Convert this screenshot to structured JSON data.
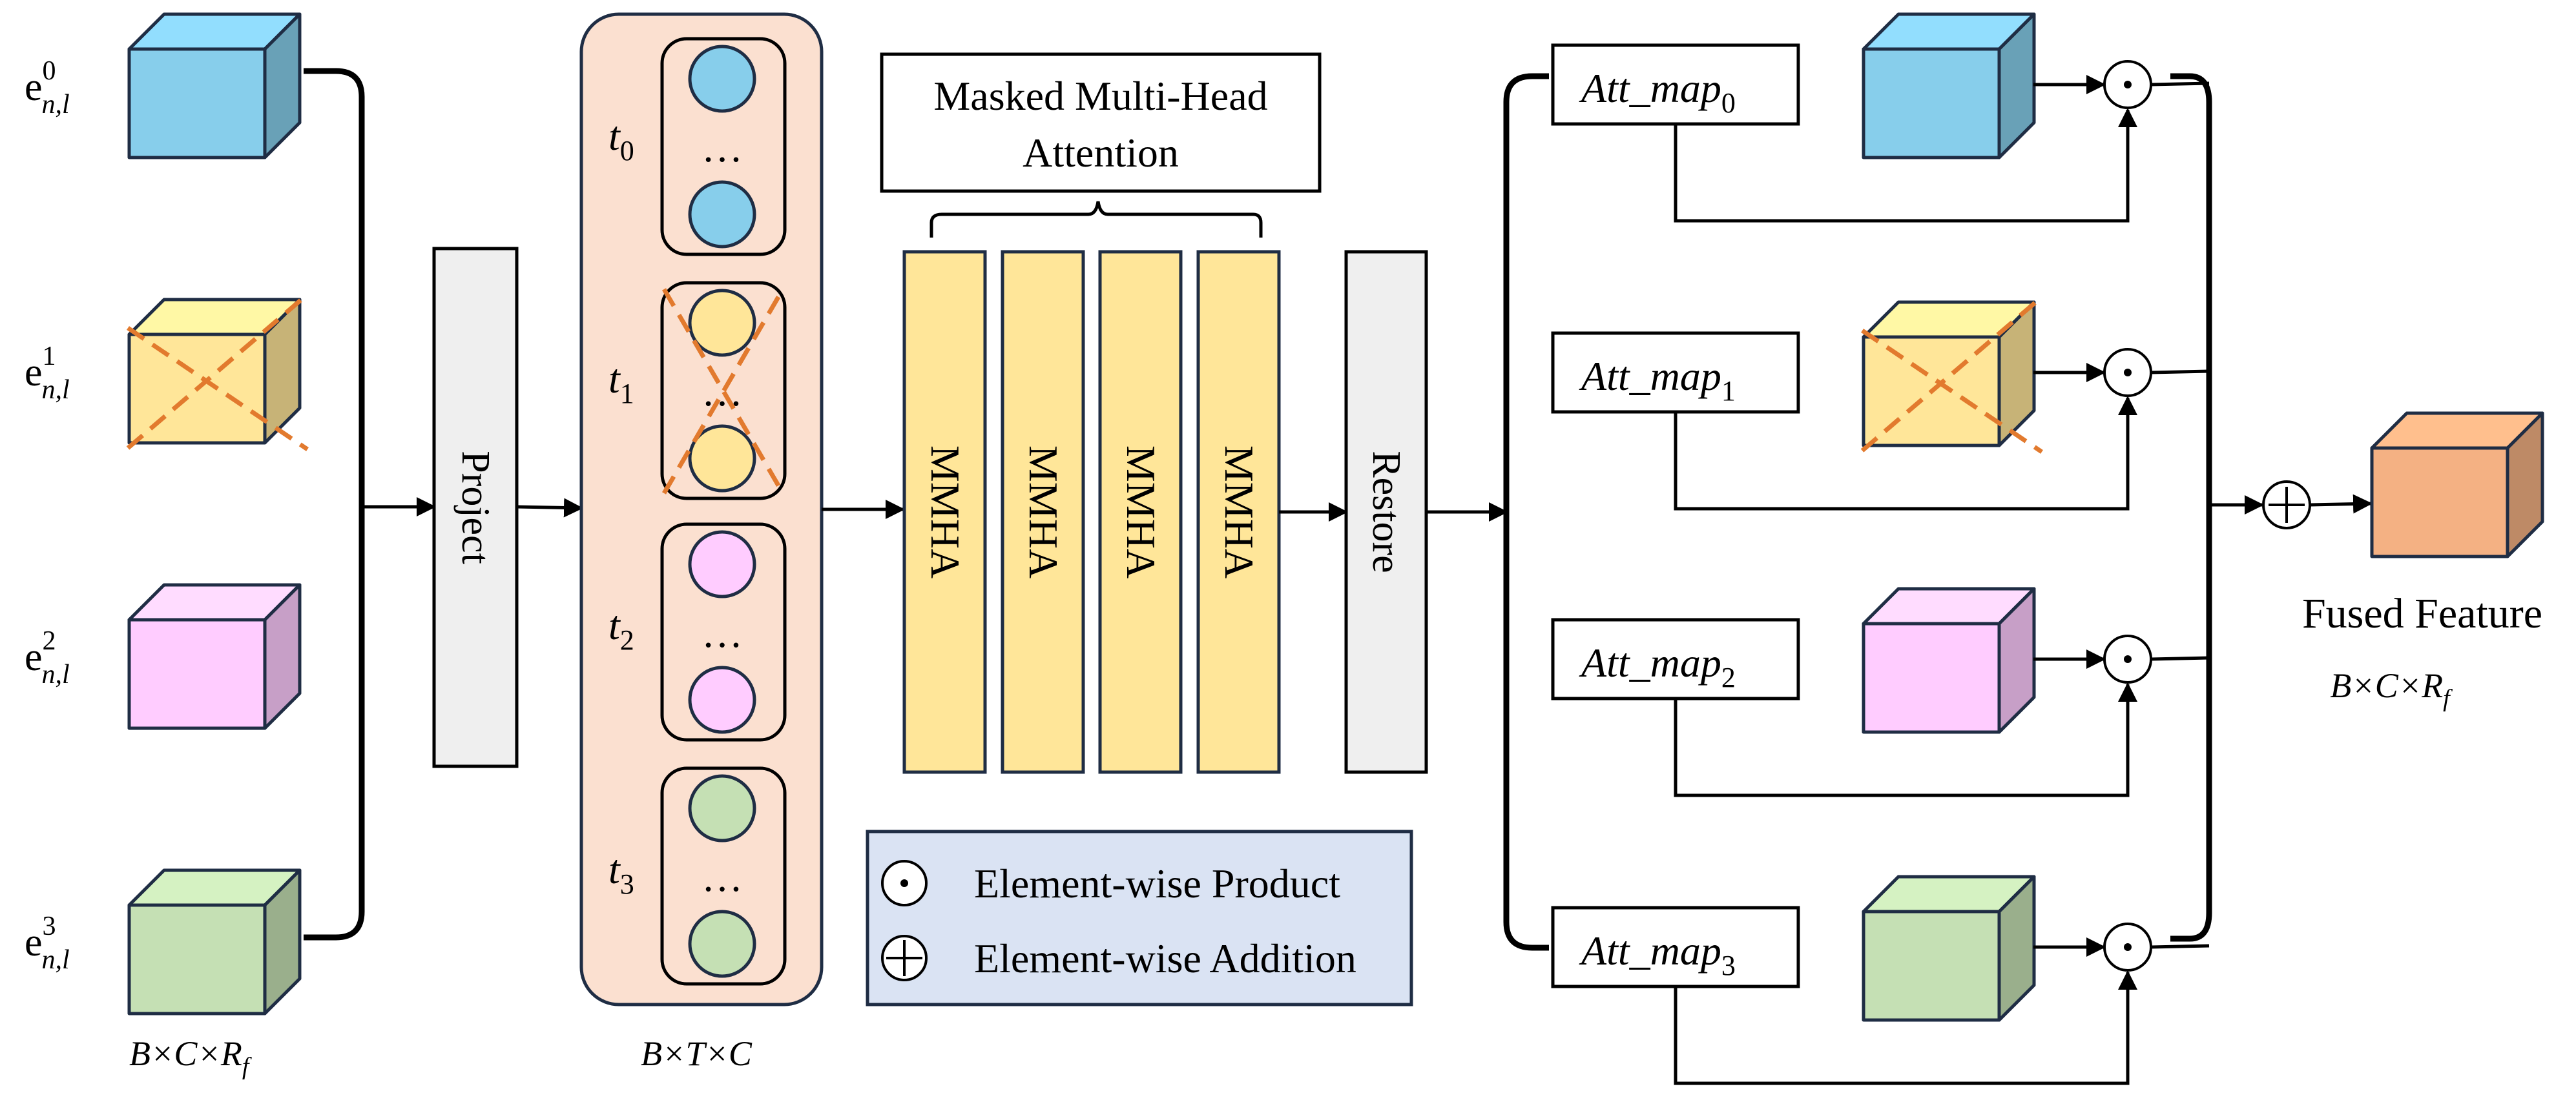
{
  "inputs": {
    "labels": [
      {
        "base": "e",
        "sup": "0",
        "sub": "n,l"
      },
      {
        "base": "e",
        "sup": "1",
        "sub": "n,l"
      },
      {
        "base": "e",
        "sup": "2",
        "sub": "n,l"
      },
      {
        "base": "e",
        "sup": "3",
        "sub": "n,l"
      }
    ],
    "colors": [
      "#87CEEB",
      "#FFE699",
      "#FFCCFF",
      "#C5E0B4"
    ],
    "masked_index": 1,
    "shape_label": "B×C×R",
    "shape_sub": "f"
  },
  "project_label": "Project",
  "tokens": {
    "labels": [
      {
        "base": "t",
        "sub": "0"
      },
      {
        "base": "t",
        "sub": "1"
      },
      {
        "base": "t",
        "sub": "2"
      },
      {
        "base": "t",
        "sub": "3"
      }
    ],
    "ellipsis": "…",
    "shape_label": "B×T×C",
    "panel_color": "#FBE0D0"
  },
  "attention": {
    "title_line1": "Masked Multi-Head",
    "title_line2": "Attention",
    "heads": [
      "MMHA",
      "MMHA",
      "MMHA",
      "MMHA"
    ],
    "head_color": "#FFE699"
  },
  "restore_label": "Restore",
  "attn_maps": [
    {
      "base": "Att_map",
      "sub": "0"
    },
    {
      "base": "Att_map",
      "sub": "1"
    },
    {
      "base": "Att_map",
      "sub": "2"
    },
    {
      "base": "Att_map",
      "sub": "3"
    }
  ],
  "legend": {
    "product_label": "Element-wise Product",
    "addition_label": "Element-wise Addition",
    "background": "#DAE3F3"
  },
  "output": {
    "title": "Fused Feature",
    "shape_label": "B×C×R",
    "shape_sub": "f",
    "color": "#F4B183"
  }
}
